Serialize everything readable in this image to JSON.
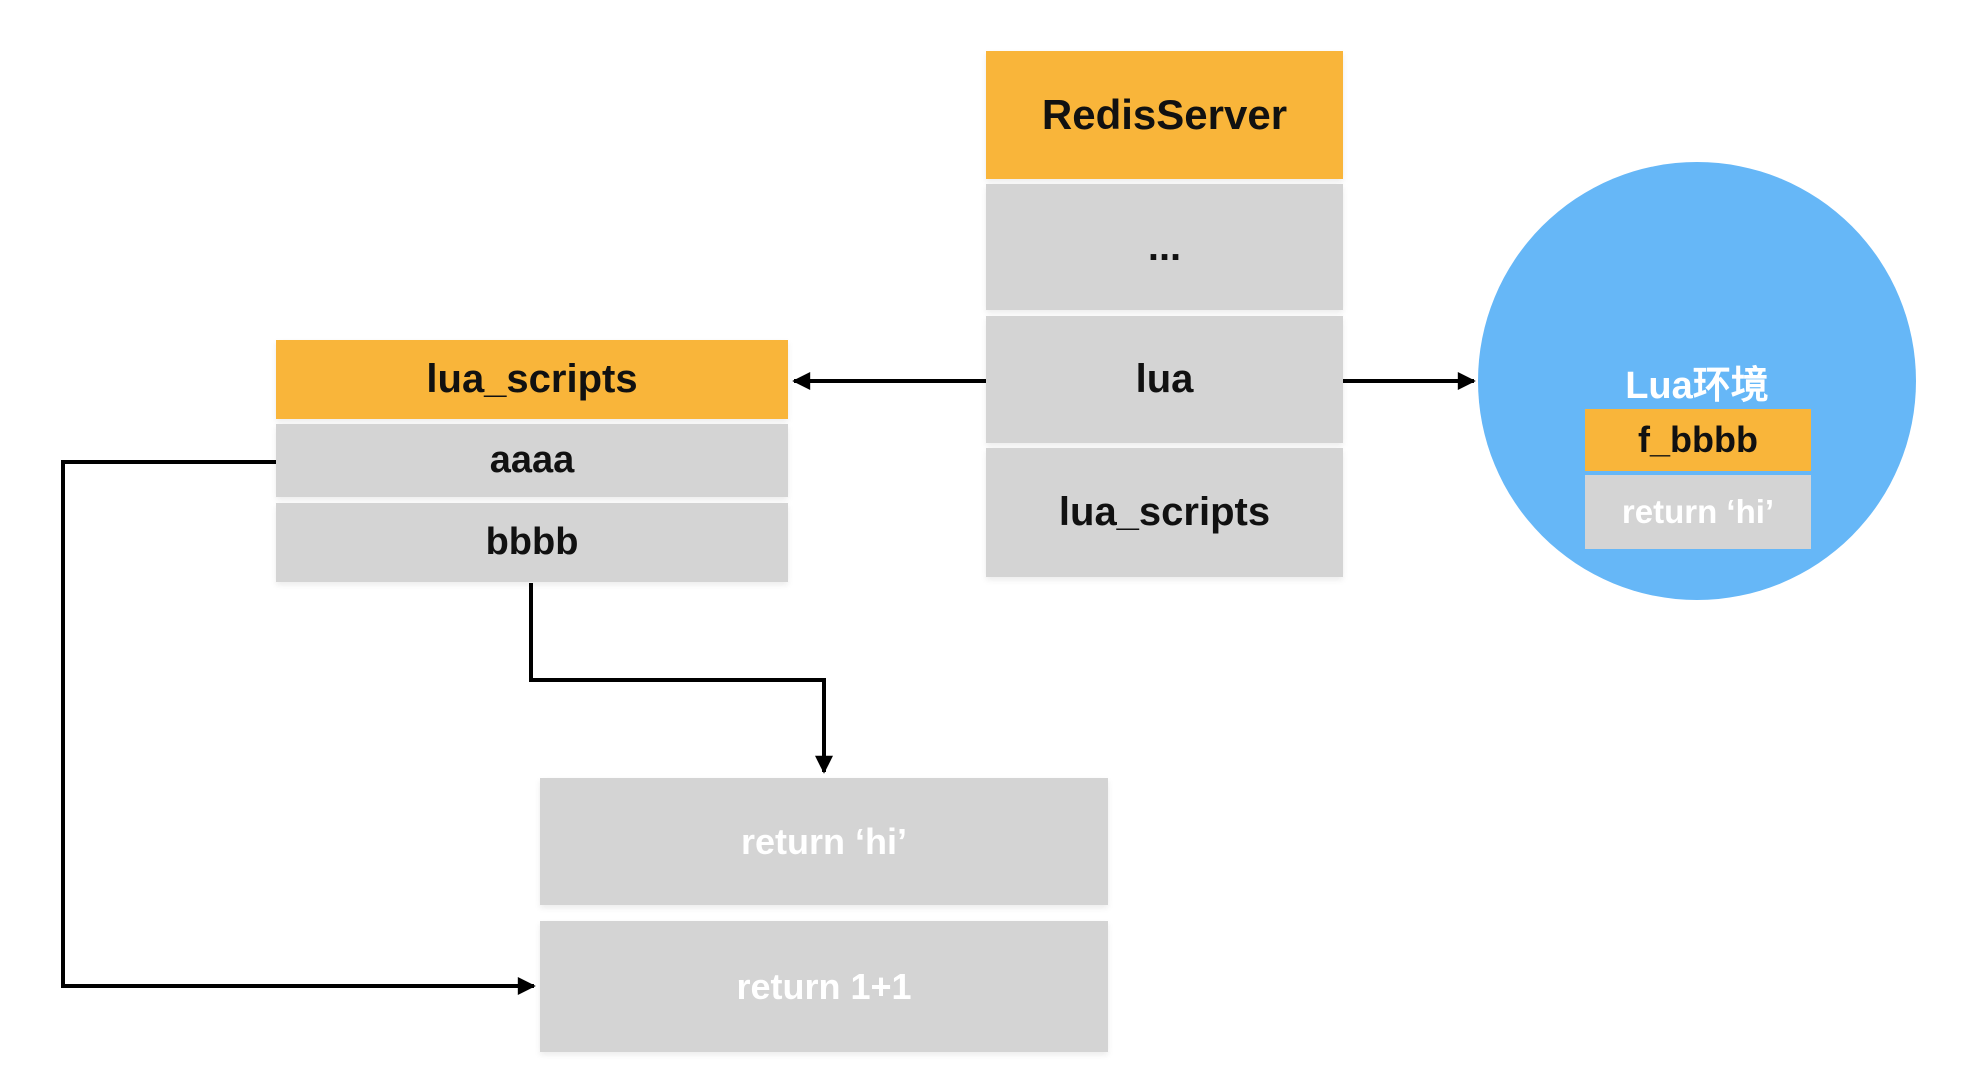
{
  "redis_server_table": {
    "header": "RedisServer",
    "rows": [
      "...",
      "lua",
      "lua_scripts"
    ]
  },
  "lua_scripts_table": {
    "header": "lua_scripts",
    "rows": [
      "aaaa",
      "bbbb"
    ]
  },
  "script_body_boxes": {
    "hi": "return ‘hi’",
    "one_plus_one": "return 1+1"
  },
  "lua_env_circle": {
    "title": "Lua环境",
    "function_name": "f_bbbb",
    "function_body": "return ‘hi’"
  },
  "arrows": [
    "lua-to-lua_scripts",
    "lua-to-lua-env",
    "aaaa-to-return-1plus1",
    "bbbb-to-return-hi"
  ],
  "colors": {
    "orange": "#F9B53A",
    "gray": "#D4D4D4",
    "blue": "#66B7F7",
    "line": "#000000",
    "text-dark": "#111111",
    "text-light": "#FFFFFF",
    "bg": "#FFFFFF"
  }
}
